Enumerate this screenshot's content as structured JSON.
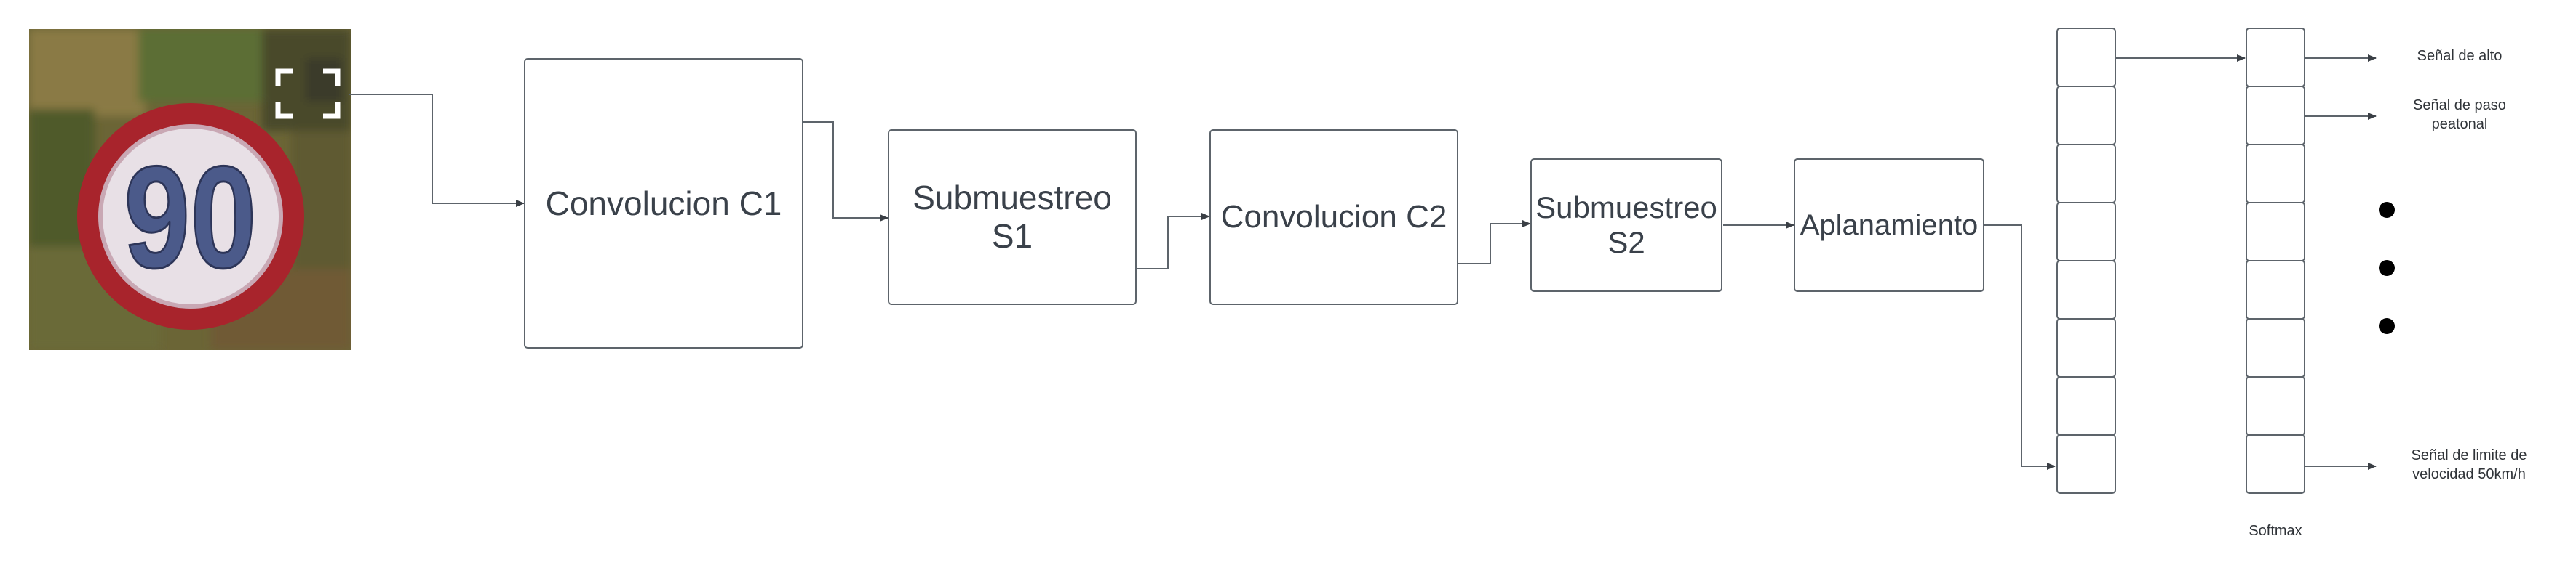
{
  "blocks": {
    "conv1": "Convolucion C1",
    "sub1_line1": "Submuestreo",
    "sub1_line2": "S1",
    "conv2": "Convolucion C2",
    "sub2_line1": "Submuestreo",
    "sub2_line2": "S2",
    "flatten": "Aplanamiento"
  },
  "input_image": {
    "sign_number": "90"
  },
  "outputs": {
    "top": "Señal de alto",
    "second": "Señal de paso\npeatonal",
    "last": "Señal de limite de\nvelocidad 50km/h"
  },
  "softmax_label": "Softmax",
  "colors": {
    "border": "#5d646b",
    "sign_red": "#a8242c",
    "ellipsis": "#000000"
  },
  "icons": [
    "focus-bracket-icon",
    "arrow-icon"
  ]
}
